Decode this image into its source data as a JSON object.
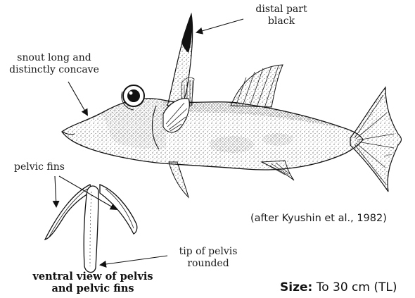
{
  "labels": {
    "dorsal_spine": [
      "distal part",
      "black"
    ],
    "snout": [
      "snout long and",
      "distinctly concave"
    ],
    "pelvic_fins": "pelvic fins",
    "pelvis_tip": [
      "tip of pelvis",
      "rounded"
    ]
  },
  "credit": "(after Kyushin et al., 1982)",
  "caption": [
    "ventral view of pelvis",
    "and pelvic fins"
  ],
  "size": {
    "label": "Size:",
    "value": "To 30 cm (TL)"
  },
  "icons": [
    "fish-illustration",
    "pelvis-illustration"
  ]
}
